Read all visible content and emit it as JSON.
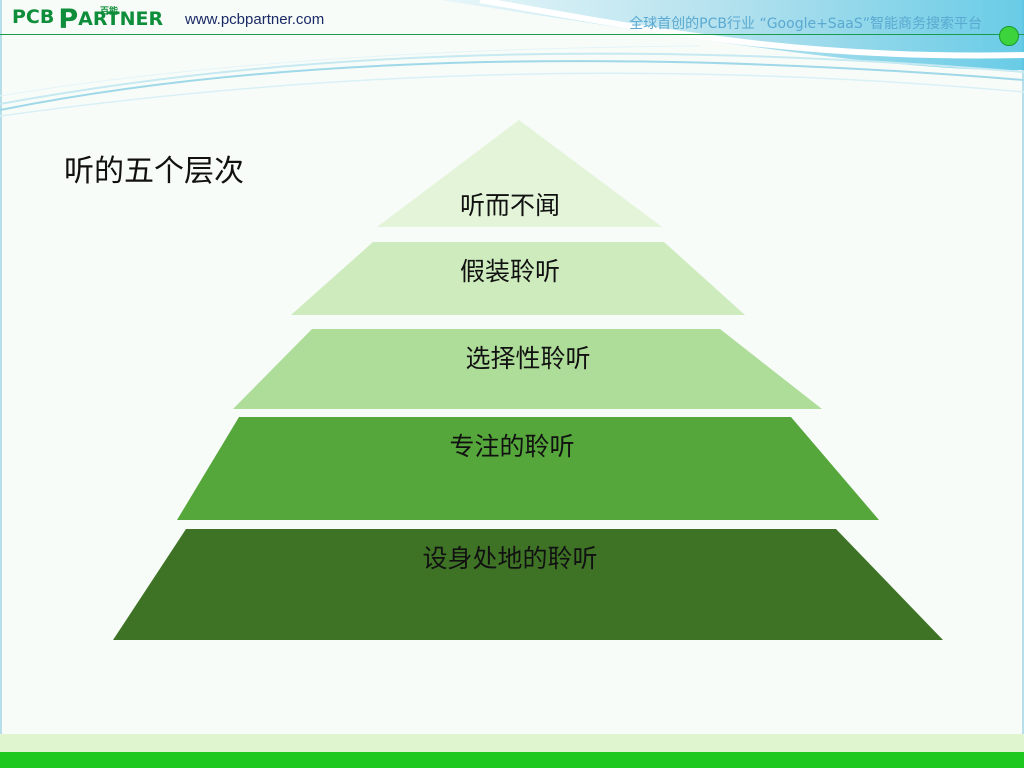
{
  "header": {
    "logo_text": "PCB",
    "logo_mark": "PARTNER",
    "logo_cn": "百能",
    "site_url": "www.pcbpartner.com",
    "tagline": "全球首创的PCB行业 “Google+SaaS”智能商务搜索平台"
  },
  "slide": {
    "title": "听的五个层次",
    "levels": [
      {
        "label": "听而不闻",
        "color": "#e3f4d9"
      },
      {
        "label": "假装聆听",
        "color": "#cdebbd"
      },
      {
        "label": "选择性聆听",
        "color": "#aedd99"
      },
      {
        "label": "专注的聆听",
        "color": "#55a63b"
      },
      {
        "label": "设身处地的聆听",
        "color": "#3e7326"
      }
    ]
  },
  "colors": {
    "brand_green": "#0e8d3a",
    "accent_blue": "#5aa9d0",
    "footer_green": "#1fc81f"
  }
}
